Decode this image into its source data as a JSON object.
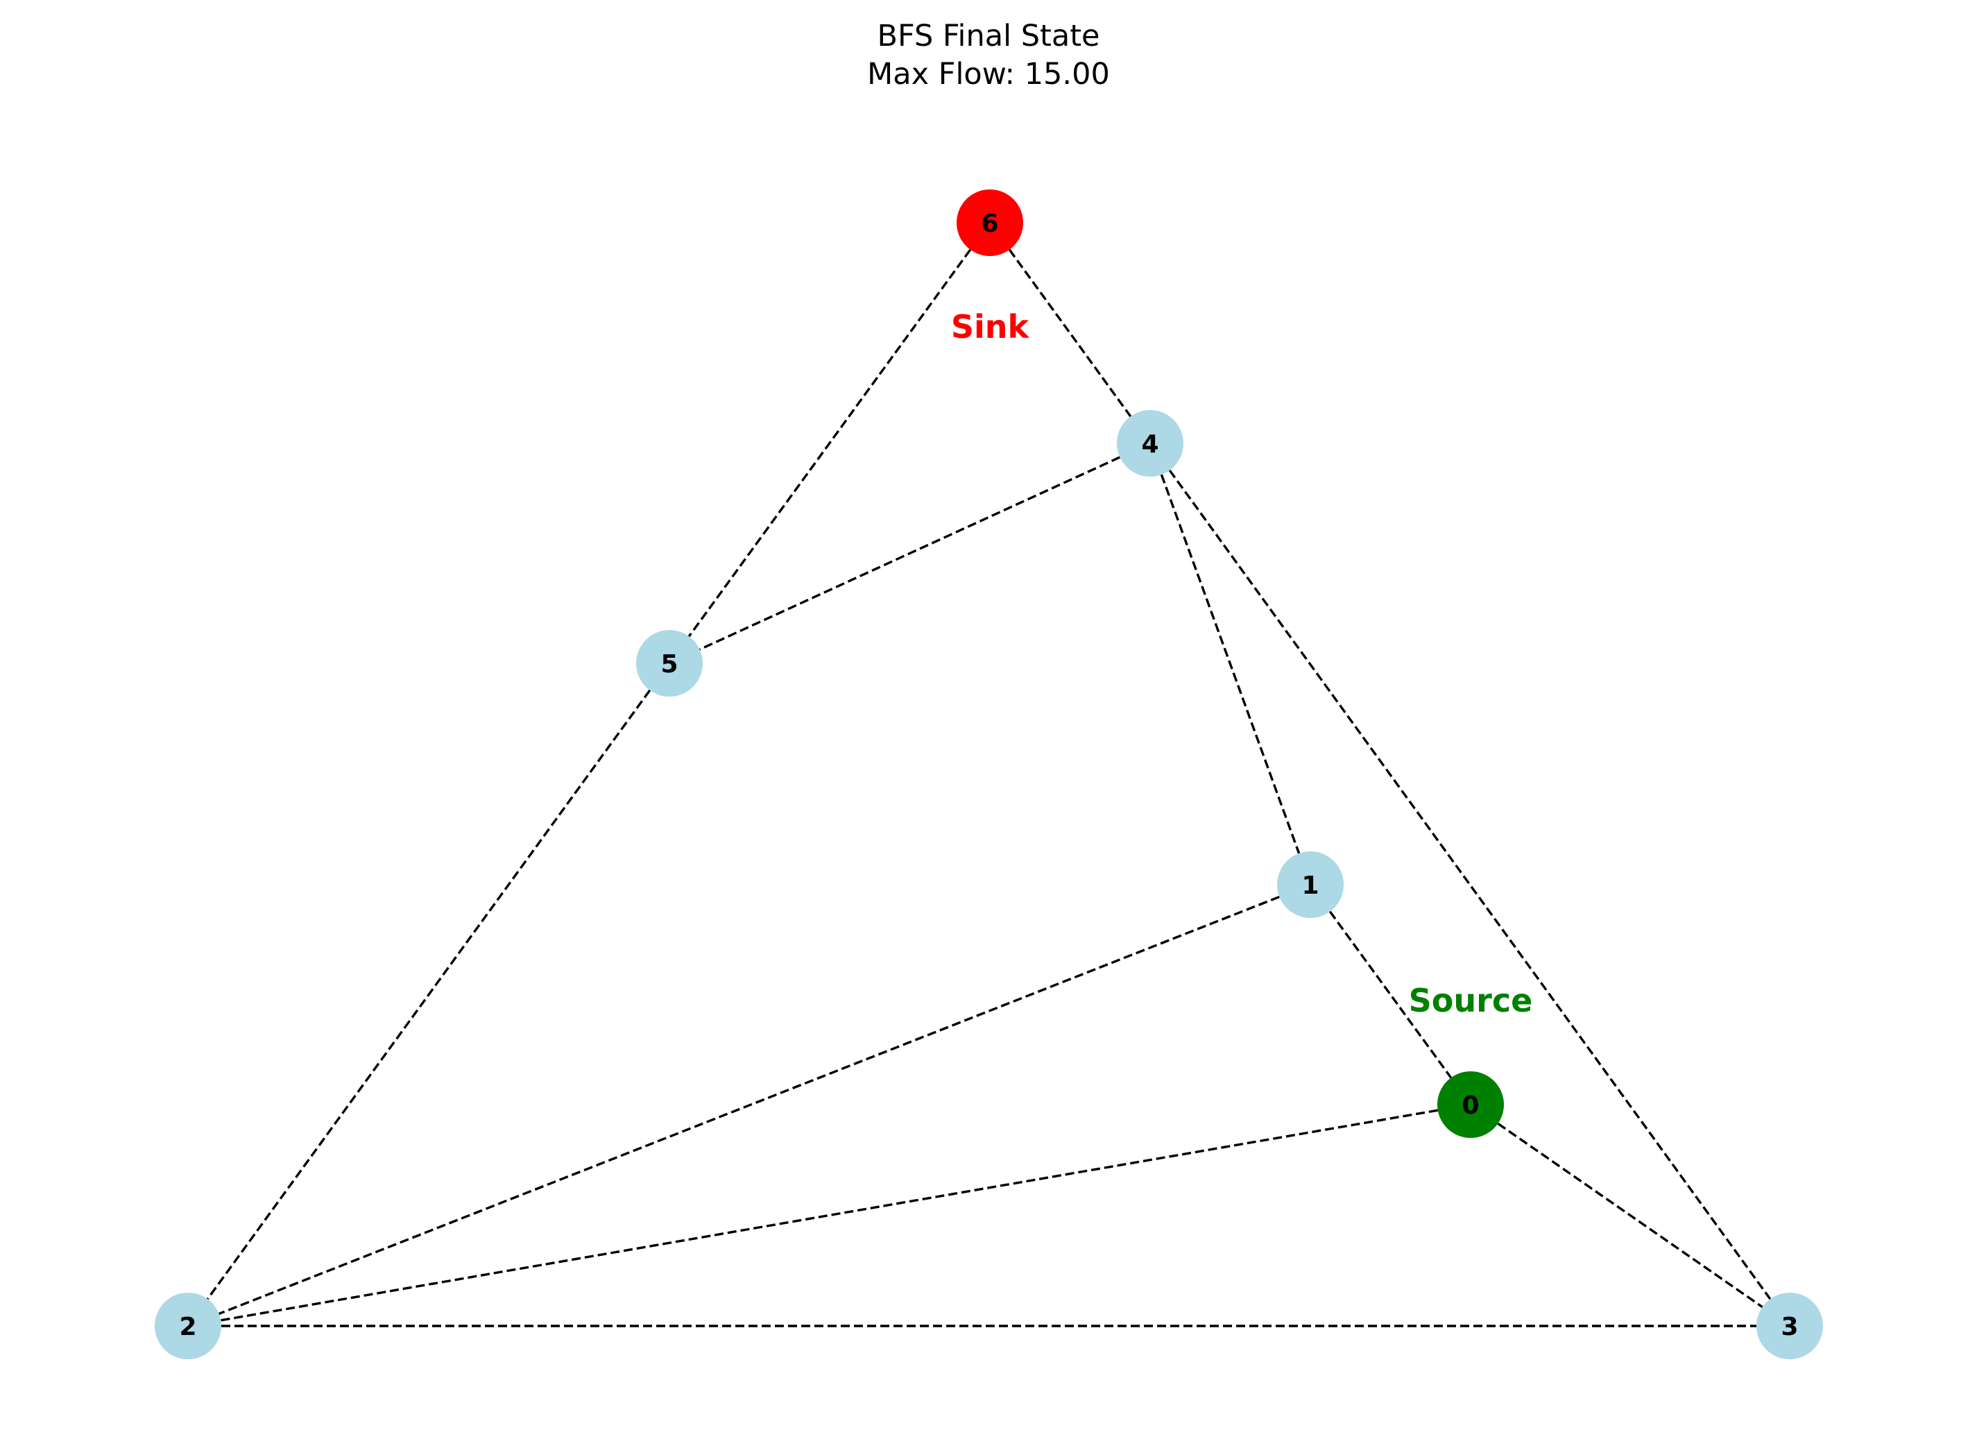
{
  "title": {
    "line1": "BFS Final State",
    "line2": "Max Flow: 15.00"
  },
  "colors": {
    "default_node": "#add8e6",
    "source_node": "#008000",
    "sink_node": "#ff0000",
    "edge": "#000000",
    "source_label": "#008000",
    "sink_label": "#ff0000"
  },
  "nodes": [
    {
      "id": "0",
      "label": "0",
      "role": "source"
    },
    {
      "id": "1",
      "label": "1",
      "role": "default"
    },
    {
      "id": "2",
      "label": "2",
      "role": "default"
    },
    {
      "id": "3",
      "label": "3",
      "role": "default"
    },
    {
      "id": "4",
      "label": "4",
      "role": "default"
    },
    {
      "id": "5",
      "label": "5",
      "role": "default"
    },
    {
      "id": "6",
      "label": "6",
      "role": "sink"
    }
  ],
  "edges": [
    [
      "6",
      "5"
    ],
    [
      "6",
      "4"
    ],
    [
      "4",
      "5"
    ],
    [
      "4",
      "1"
    ],
    [
      "4",
      "3"
    ],
    [
      "5",
      "2"
    ],
    [
      "1",
      "2"
    ],
    [
      "1",
      "0"
    ],
    [
      "0",
      "2"
    ],
    [
      "0",
      "3"
    ],
    [
      "2",
      "3"
    ]
  ],
  "role_labels": {
    "source": "Source",
    "sink": "Sink"
  }
}
